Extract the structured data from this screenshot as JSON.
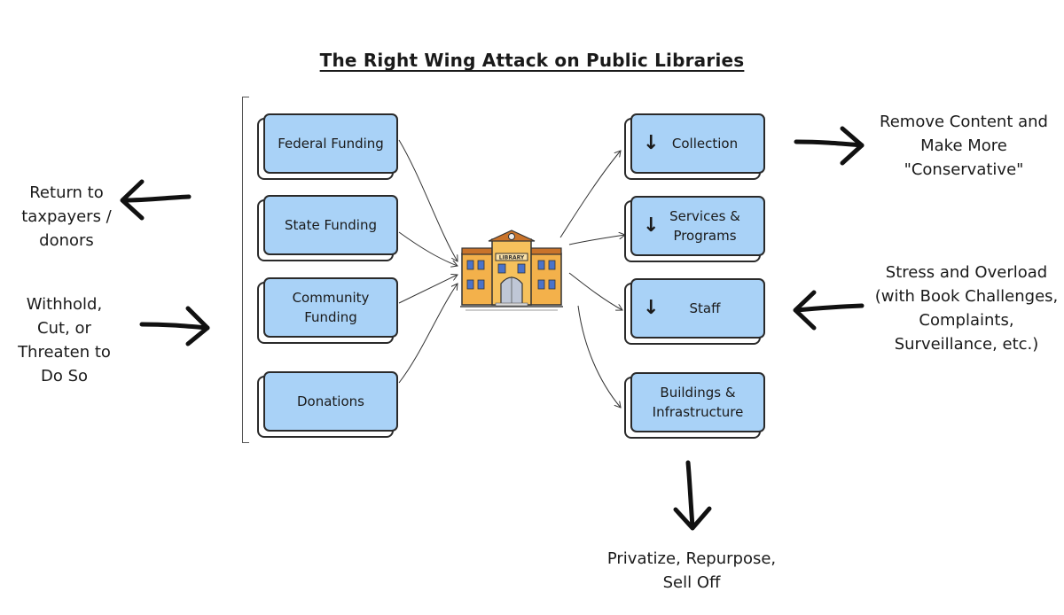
{
  "title": "The Right Wing Attack on Public Libraries",
  "funding_sources": [
    {
      "label": "Federal Funding"
    },
    {
      "label": "State Funding"
    },
    {
      "label": "Community Funding"
    },
    {
      "label": "Donations"
    }
  ],
  "library": {
    "sign": "LIBRARY"
  },
  "impacts": [
    {
      "label": "Collection",
      "arrow": "↓"
    },
    {
      "label": "Services & Programs",
      "arrow": "↓"
    },
    {
      "label": "Staff",
      "arrow": "↓"
    },
    {
      "label": "Buildings & Infrastructure",
      "arrow": ""
    }
  ],
  "notes": {
    "return": "Return to taxpayers / donors",
    "withhold": "Withhold, Cut, or Threaten to Do So",
    "remove": "Remove Content and Make More \"Conservative\"",
    "stress": "Stress and Overload (with Book Challenges, Complaints, Surveillance, etc.)",
    "privatize": "Privatize, Repurpose, Sell Off"
  },
  "colors": {
    "box_fill": "#a9d2f7",
    "outline": "#2a2a2a",
    "building": "#f3b14b"
  }
}
